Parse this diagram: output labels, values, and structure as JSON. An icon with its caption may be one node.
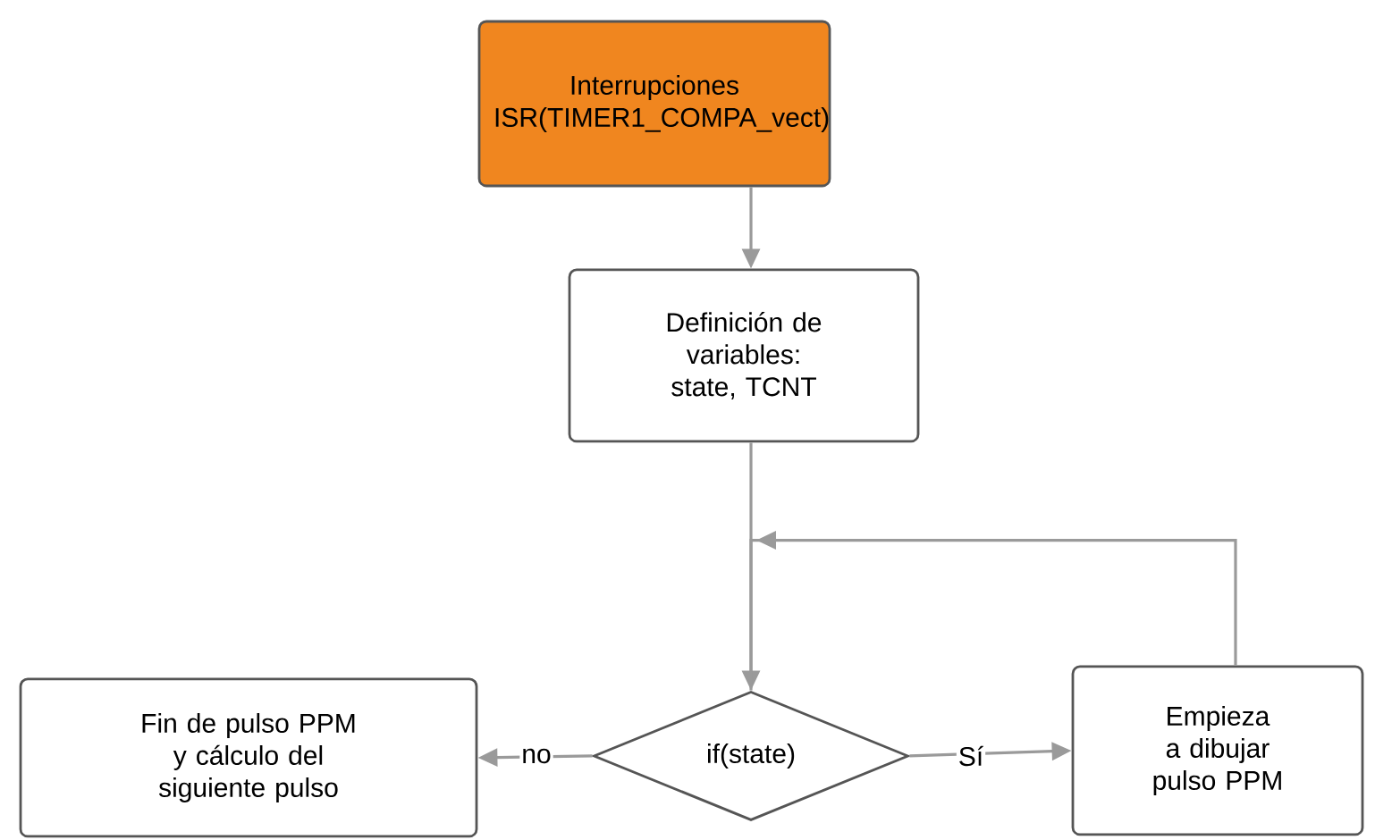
{
  "diagram": {
    "nodes": [
      {
        "text": [
          "Interrupciones ISR(TIMER1_COMPA_vect)"
        ]
      },
      {
        "text": [
          "Definición de variables: state, TCNT"
        ]
      },
      {
        "text": [
          "if(state)"
        ]
      },
      {
        "text": [
          "Fin de pulso PPM y cálculo del siguiente pulso"
        ]
      },
      {
        "text": [
          "Empieza a dibujar pulso PPM"
        ]
      }
    ],
    "edges": [
      {
        "from": 0,
        "to": 1,
        "arrow": "to"
      },
      {
        "from": 1,
        "to": 2,
        "arrow": "to"
      },
      {
        "from": 2,
        "to": 3,
        "arrow": "to",
        "label": "no"
      },
      {
        "from": 2,
        "to": 4,
        "arrow": "to",
        "label": "Sí"
      },
      {
        "from": 4,
        "to": 2,
        "arrow": "to"
      }
    ]
  }
}
